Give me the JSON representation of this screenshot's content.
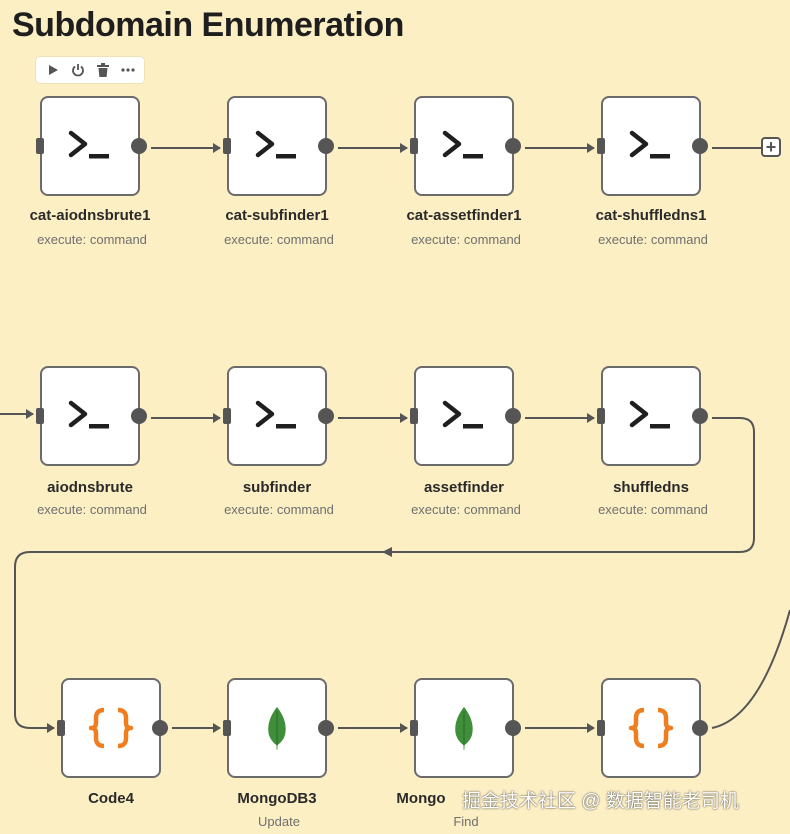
{
  "workflow": {
    "title": "Subdomain Enumeration"
  },
  "toolbar": {
    "icons": [
      "play-icon",
      "power-icon",
      "trash-icon",
      "more-icon"
    ]
  },
  "nodes": [
    {
      "id": "n1",
      "label": "cat-aiodnsbrute1",
      "subtitle": "execute: command",
      "icon": "terminal-icon"
    },
    {
      "id": "n2",
      "label": "cat-subfinder1",
      "subtitle": "execute: command",
      "icon": "terminal-icon"
    },
    {
      "id": "n3",
      "label": "cat-assetfinder1",
      "subtitle": "execute: command",
      "icon": "terminal-icon"
    },
    {
      "id": "n4",
      "label": "cat-shuffledns1",
      "subtitle": "execute: command",
      "icon": "terminal-icon"
    },
    {
      "id": "n5",
      "label": "aiodnsbrute",
      "subtitle": "execute: command",
      "icon": "terminal-icon"
    },
    {
      "id": "n6",
      "label": "subfinder",
      "subtitle": "execute: command",
      "icon": "terminal-icon"
    },
    {
      "id": "n7",
      "label": "assetfinder",
      "subtitle": "execute: command",
      "icon": "terminal-icon"
    },
    {
      "id": "n8",
      "label": "shuffledns",
      "subtitle": "execute: command",
      "icon": "terminal-icon"
    },
    {
      "id": "n9",
      "label": "Code4",
      "subtitle": "",
      "icon": "code-braces-icon"
    },
    {
      "id": "n10",
      "label": "MongoDB3",
      "subtitle": "Update",
      "icon": "mongodb-leaf-icon"
    },
    {
      "id": "n11",
      "label": "Mongo",
      "subtitle": "Find",
      "icon": "mongodb-leaf-icon"
    },
    {
      "id": "n12",
      "label": "",
      "subtitle": "",
      "icon": "code-braces-icon"
    }
  ],
  "watermark": "掘金技术社区 @ 数据智能老司机",
  "colors": {
    "canvas": "#fdefc4",
    "wire": "#555555",
    "code_orange": "#f07d1e",
    "mongo_green": "#3e8e3a"
  }
}
